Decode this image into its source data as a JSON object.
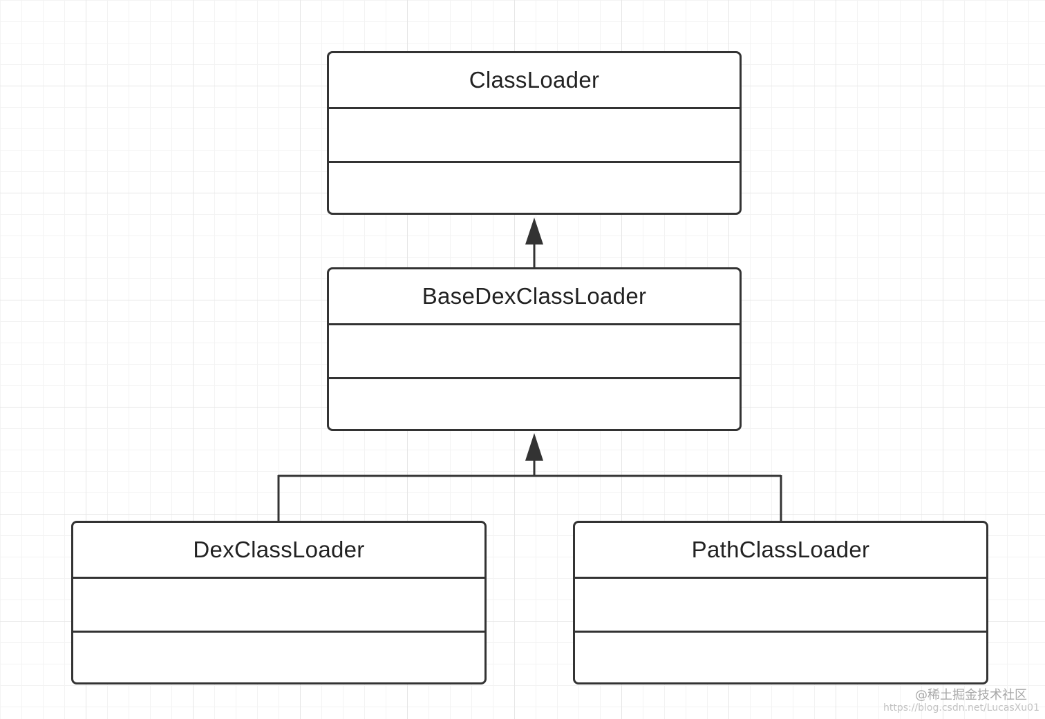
{
  "diagram": {
    "classes": [
      {
        "id": "classloader",
        "name": "ClassLoader"
      },
      {
        "id": "basedex",
        "name": "BaseDexClassLoader"
      },
      {
        "id": "dex",
        "name": "DexClassLoader"
      },
      {
        "id": "path",
        "name": "PathClassLoader"
      }
    ],
    "relations": [
      {
        "from": "BaseDexClassLoader",
        "to": "ClassLoader",
        "type": "generalization"
      },
      {
        "from": "DexClassLoader",
        "to": "BaseDexClassLoader",
        "type": "generalization"
      },
      {
        "from": "PathClassLoader",
        "to": "BaseDexClassLoader",
        "type": "generalization"
      }
    ],
    "colors": {
      "stroke": "#333333",
      "grid": "#e6e6e6",
      "background": "#ffffff"
    }
  },
  "watermark": {
    "line1": "@稀土掘金技术社区",
    "line2": "https://blog.csdn.net/LucasXu01"
  }
}
